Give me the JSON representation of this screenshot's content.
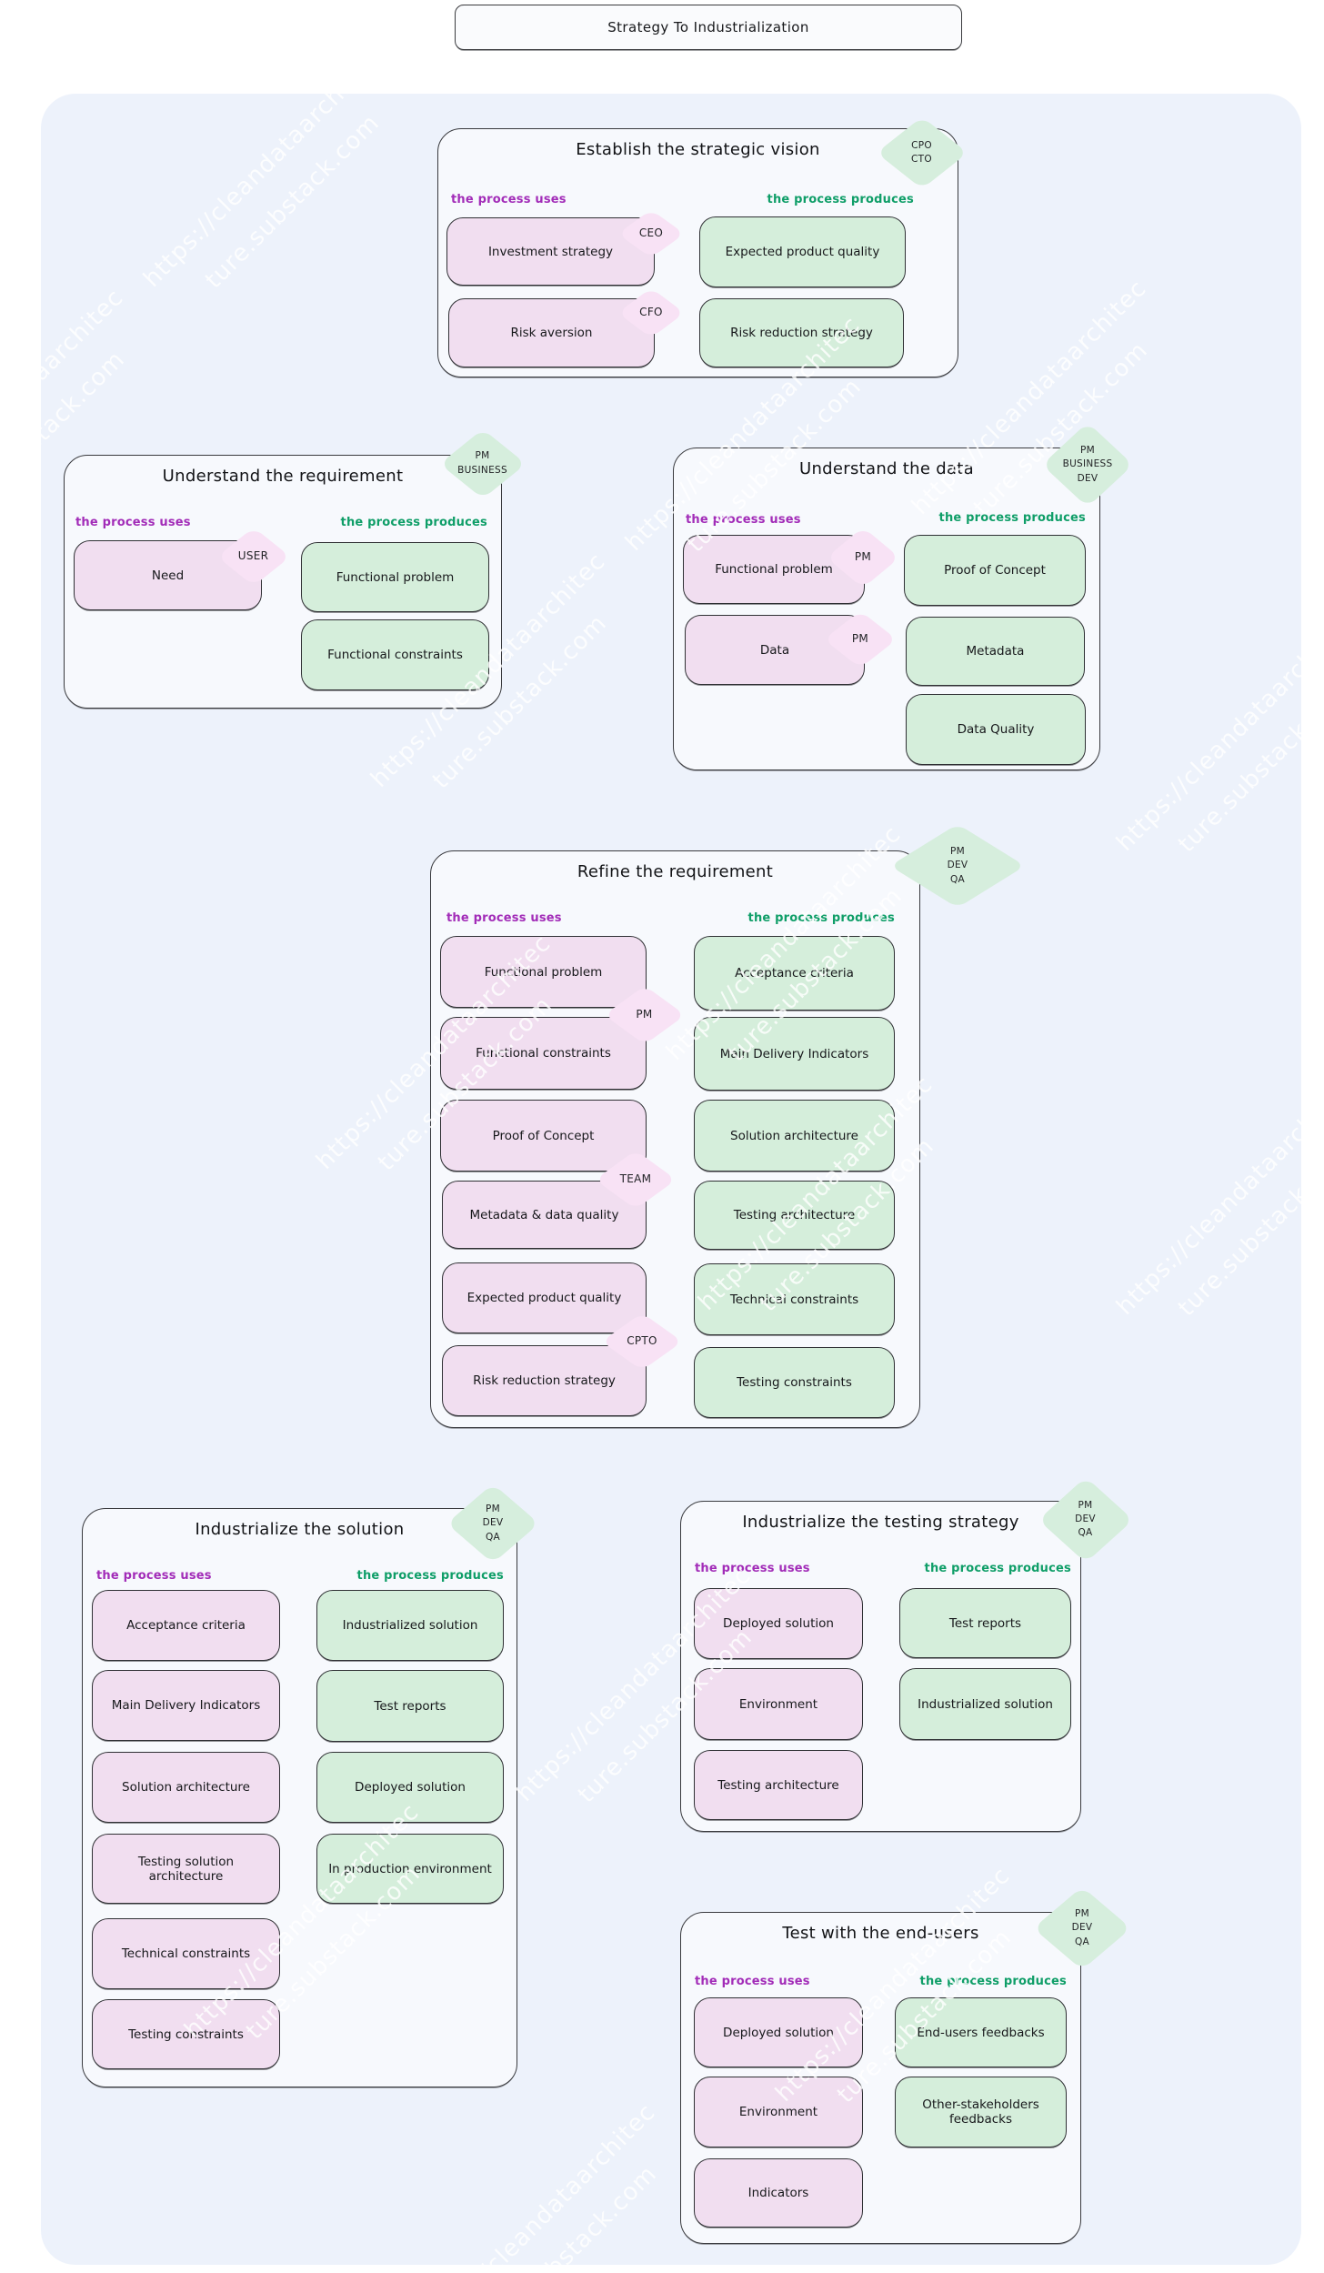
{
  "page_title": "Strategy To Industrialization",
  "watermark": {
    "line1": "https://cleandataarchitec",
    "line2": "ture.substack.com"
  },
  "labels": {
    "uses": "the process uses",
    "produces": "the process produces"
  },
  "colors": {
    "canvas": "#edf2fb",
    "uses_label": "#a22cb8",
    "produces_label": "#0f9e68",
    "uses_card_fill": "#f1def0",
    "produces_card_fill": "#d5eedb",
    "uses_diamond_fill": "#f8e2f5",
    "roles_diamond_fill": "#d6eedd"
  },
  "sections": [
    {
      "title": "Establish the strategic vision",
      "roles_text": "CPO\nCTO",
      "uses": [
        {
          "label": "Investment strategy",
          "role": "CEO"
        },
        {
          "label": "Risk aversion",
          "role": "CFO"
        }
      ],
      "produces": [
        {
          "label": "Expected product quality"
        },
        {
          "label": "Risk reduction strategy"
        }
      ]
    },
    {
      "title": "Understand the requirement",
      "roles_text": "PM\nBUSINESS",
      "uses": [
        {
          "label": "Need",
          "role": "USER"
        }
      ],
      "produces": [
        {
          "label": "Functional problem"
        },
        {
          "label": "Functional constraints"
        }
      ]
    },
    {
      "title": "Understand the data",
      "roles_text": "PM\nBUSINESS\nDEV",
      "uses": [
        {
          "label": "Functional problem",
          "role": "PM"
        },
        {
          "label": "Data",
          "role": "PM"
        }
      ],
      "produces": [
        {
          "label": "Proof of Concept"
        },
        {
          "label": "Metadata"
        },
        {
          "label": "Data Quality"
        }
      ]
    },
    {
      "title": "Refine the requirement",
      "roles_text": "PM\nDEV\nQA",
      "uses": [
        {
          "label": "Functional problem"
        },
        {
          "label": "Functional constraints",
          "role": "PM"
        },
        {
          "label": "Proof of Concept"
        },
        {
          "label": "Metadata & data quality",
          "role": "TEAM"
        },
        {
          "label": "Expected product quality"
        },
        {
          "label": "Risk reduction strategy",
          "role": "CPTO"
        }
      ],
      "produces": [
        {
          "label": "Acceptance criteria"
        },
        {
          "label": "Main Delivery Indicators"
        },
        {
          "label": "Solution architecture"
        },
        {
          "label": "Testing architecture"
        },
        {
          "label": "Technical constraints"
        },
        {
          "label": "Testing constraints"
        }
      ]
    },
    {
      "title": "Industrialize the solution",
      "roles_text": "PM\nDEV\nQA",
      "uses": [
        {
          "label": "Acceptance criteria"
        },
        {
          "label": "Main Delivery Indicators"
        },
        {
          "label": "Solution architecture"
        },
        {
          "label": "Testing solution architecture"
        },
        {
          "label": "Technical constraints"
        },
        {
          "label": "Testing constraints"
        }
      ],
      "produces": [
        {
          "label": "Industrialized solution"
        },
        {
          "label": "Test reports"
        },
        {
          "label": "Deployed solution"
        },
        {
          "label": "In production environment"
        }
      ]
    },
    {
      "title": "Industrialize the testing strategy",
      "roles_text": "PM\nDEV\nQA",
      "uses": [
        {
          "label": "Deployed solution"
        },
        {
          "label": "Environment"
        },
        {
          "label": "Testing architecture"
        }
      ],
      "produces": [
        {
          "label": "Test reports"
        },
        {
          "label": "Industrialized solution"
        }
      ]
    },
    {
      "title": "Test with the end-users",
      "roles_text": "PM\nDEV\nQA",
      "uses": [
        {
          "label": "Deployed solution"
        },
        {
          "label": "Environment"
        },
        {
          "label": "Indicators"
        }
      ],
      "produces": [
        {
          "label": "End-users feedbacks"
        },
        {
          "label": "Other-stakeholders feedbacks"
        }
      ]
    }
  ]
}
